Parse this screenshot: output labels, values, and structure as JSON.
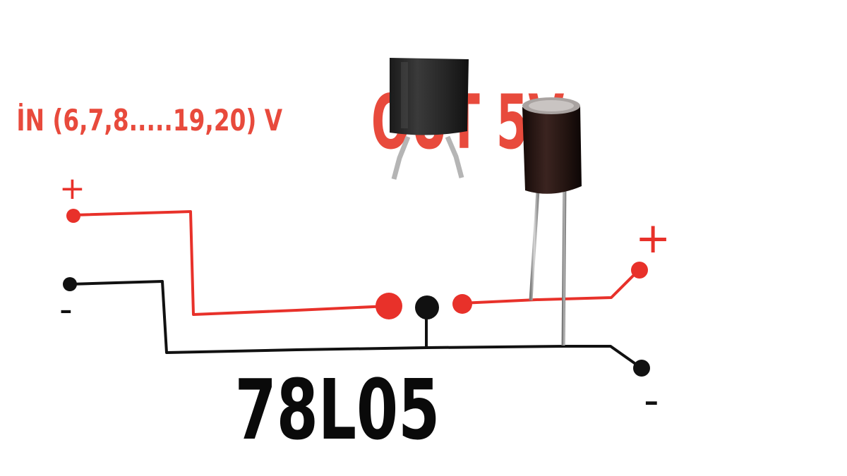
{
  "labels": {
    "input_range": "İN (6,7,8.....19,20) V",
    "output": "OUT 5V",
    "part_number": "78L05"
  },
  "terminals": {
    "input_plus": "+",
    "input_minus": "-",
    "output_plus": "+",
    "output_minus": "-"
  },
  "colors": {
    "positive_wire": "#e8312a",
    "ground_wire": "#111111",
    "label_red": "#e84a3c",
    "label_black": "#0a0a0a"
  }
}
